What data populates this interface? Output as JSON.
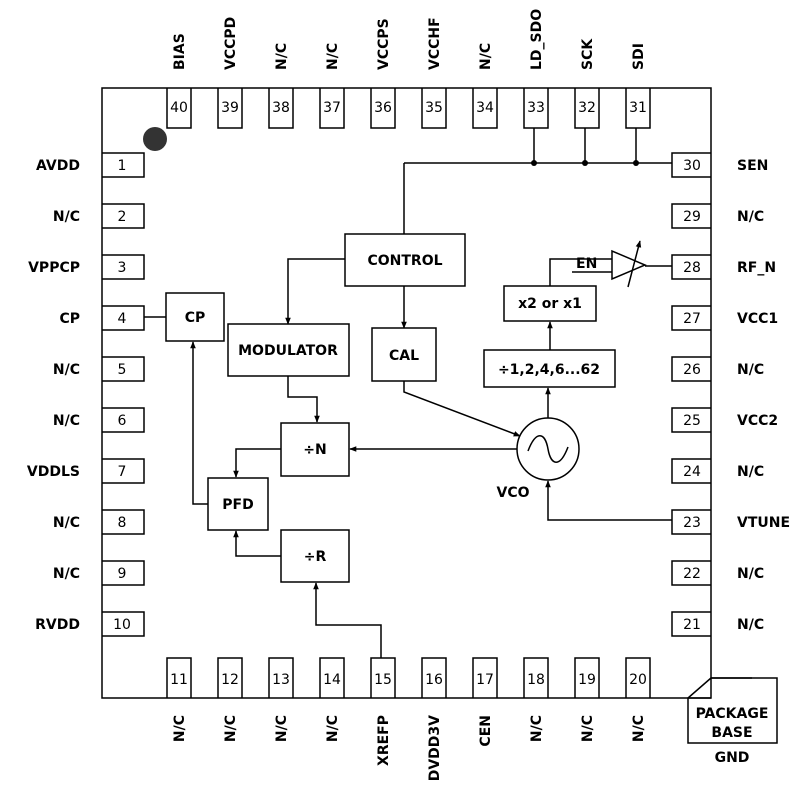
{
  "top_pins": [
    {
      "num": "40",
      "label": "BIAS"
    },
    {
      "num": "39",
      "label": "VCCPD"
    },
    {
      "num": "38",
      "label": "N/C"
    },
    {
      "num": "37",
      "label": "N/C"
    },
    {
      "num": "36",
      "label": "VCCPS"
    },
    {
      "num": "35",
      "label": "VCCHF"
    },
    {
      "num": "34",
      "label": "N/C"
    },
    {
      "num": "33",
      "label": "LD_SDO"
    },
    {
      "num": "32",
      "label": "SCK"
    },
    {
      "num": "31",
      "label": "SDI"
    }
  ],
  "left_pins": [
    {
      "num": "1",
      "label": "AVDD"
    },
    {
      "num": "2",
      "label": "N/C"
    },
    {
      "num": "3",
      "label": "VPPCP"
    },
    {
      "num": "4",
      "label": "CP"
    },
    {
      "num": "5",
      "label": "N/C"
    },
    {
      "num": "6",
      "label": "N/C"
    },
    {
      "num": "7",
      "label": "VDDLS"
    },
    {
      "num": "8",
      "label": "N/C"
    },
    {
      "num": "9",
      "label": "N/C"
    },
    {
      "num": "10",
      "label": "RVDD"
    }
  ],
  "right_pins": [
    {
      "num": "30",
      "label": "SEN"
    },
    {
      "num": "29",
      "label": "N/C"
    },
    {
      "num": "28",
      "label": "RF_N"
    },
    {
      "num": "27",
      "label": "VCC1"
    },
    {
      "num": "26",
      "label": "N/C"
    },
    {
      "num": "25",
      "label": "VCC2"
    },
    {
      "num": "24",
      "label": "N/C"
    },
    {
      "num": "23",
      "label": "VTUNE"
    },
    {
      "num": "22",
      "label": "N/C"
    },
    {
      "num": "21",
      "label": "N/C"
    }
  ],
  "bottom_pins": [
    {
      "num": "11",
      "label": "N/C"
    },
    {
      "num": "12",
      "label": "N/C"
    },
    {
      "num": "13",
      "label": "N/C"
    },
    {
      "num": "14",
      "label": "N/C"
    },
    {
      "num": "15",
      "label": "XREFP"
    },
    {
      "num": "16",
      "label": "DVDD3V"
    },
    {
      "num": "17",
      "label": "CEN"
    },
    {
      "num": "18",
      "label": "N/C"
    },
    {
      "num": "19",
      "label": "N/C"
    },
    {
      "num": "20",
      "label": "N/C"
    }
  ],
  "blocks": {
    "control": "CONTROL",
    "cp": "CP",
    "modulator": "MODULATOR",
    "cal": "CAL",
    "divider_out": "÷1,2,4,6...62",
    "multiplier": "x2  or  x1",
    "div_n": "÷N",
    "div_r": "÷R",
    "pfd": "PFD",
    "vco": "VCO",
    "buffer_enable": "EN"
  },
  "package_base": {
    "line1": "PACKAGE",
    "line2": "BASE",
    "gnd": "GND"
  }
}
